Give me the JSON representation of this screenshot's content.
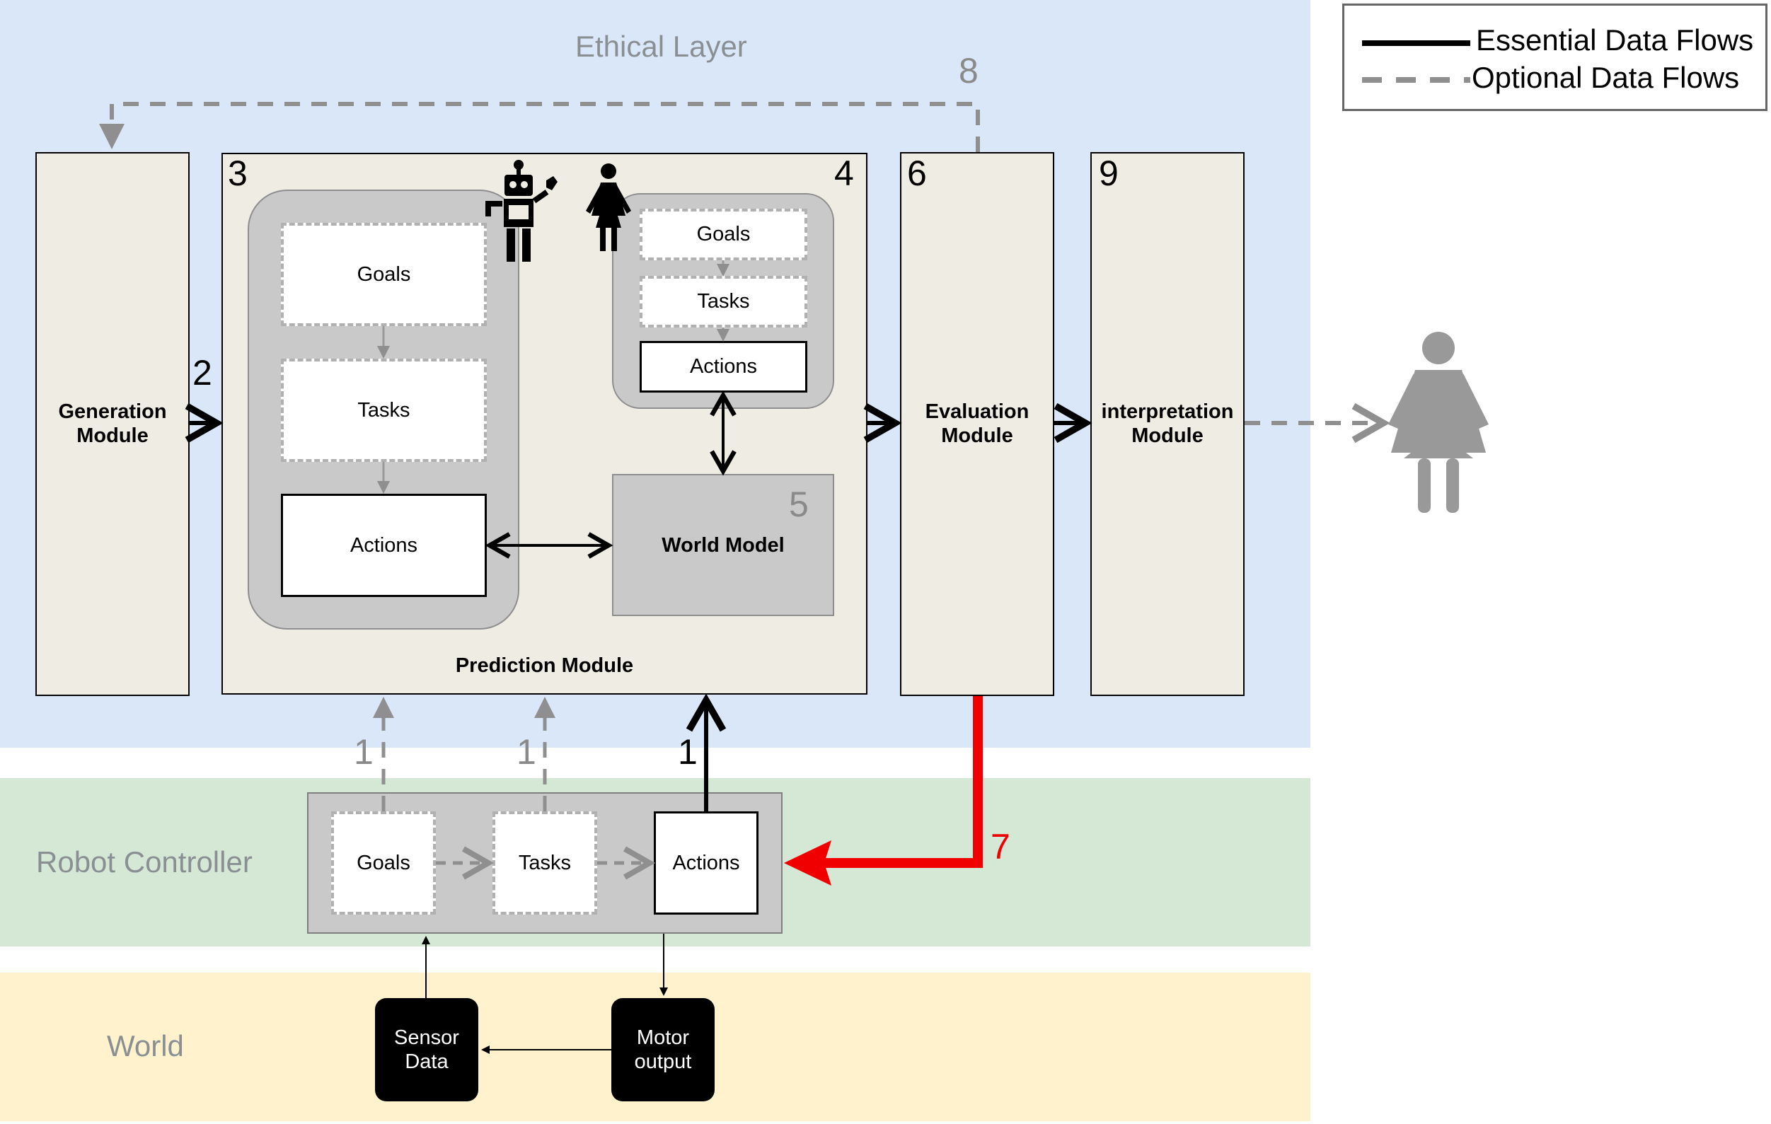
{
  "layers": {
    "ethical": "Ethical Layer",
    "robot": "Robot Controller",
    "world": "World"
  },
  "legend": {
    "essential": "Essential Data Flows",
    "optional": "Optional Data Flows"
  },
  "modules": {
    "generation": {
      "line1": "Generation",
      "line2": "Module"
    },
    "prediction": "Prediction Module",
    "evaluation": {
      "line1": "Evaluation",
      "line2": "Module"
    },
    "interpretation": {
      "line1": "interpretation",
      "line2": "Module"
    },
    "world_model": "World Model"
  },
  "numbers": {
    "n1a": "1",
    "n1b": "1",
    "n1c": "1",
    "n2": "2",
    "n3": "3",
    "n4": "4",
    "n5": "5",
    "n6": "6",
    "n7": "7",
    "n8": "8",
    "n9": "9"
  },
  "robot_model": {
    "goals": "Goals",
    "tasks": "Tasks",
    "actions": "Actions"
  },
  "human_model": {
    "goals": "Goals",
    "tasks": "Tasks",
    "actions": "Actions"
  },
  "controller": {
    "goals": "Goals",
    "tasks": "Tasks",
    "actions": "Actions"
  },
  "world": {
    "sensor": {
      "line1": "Sensor",
      "line2": "Data"
    },
    "motor": {
      "line1": "Motor",
      "line2": "output"
    }
  },
  "icons": [
    "robot-icon",
    "woman-icon",
    "human-observer-icon"
  ],
  "colors": {
    "ethical_bg": "#dae7f8",
    "robot_bg": "#d5e7d5",
    "world_bg": "#fff2cc",
    "module_fill": "#efece4",
    "feedback_arrow": "#f00000",
    "optional_flow": "#8f8f8f"
  }
}
